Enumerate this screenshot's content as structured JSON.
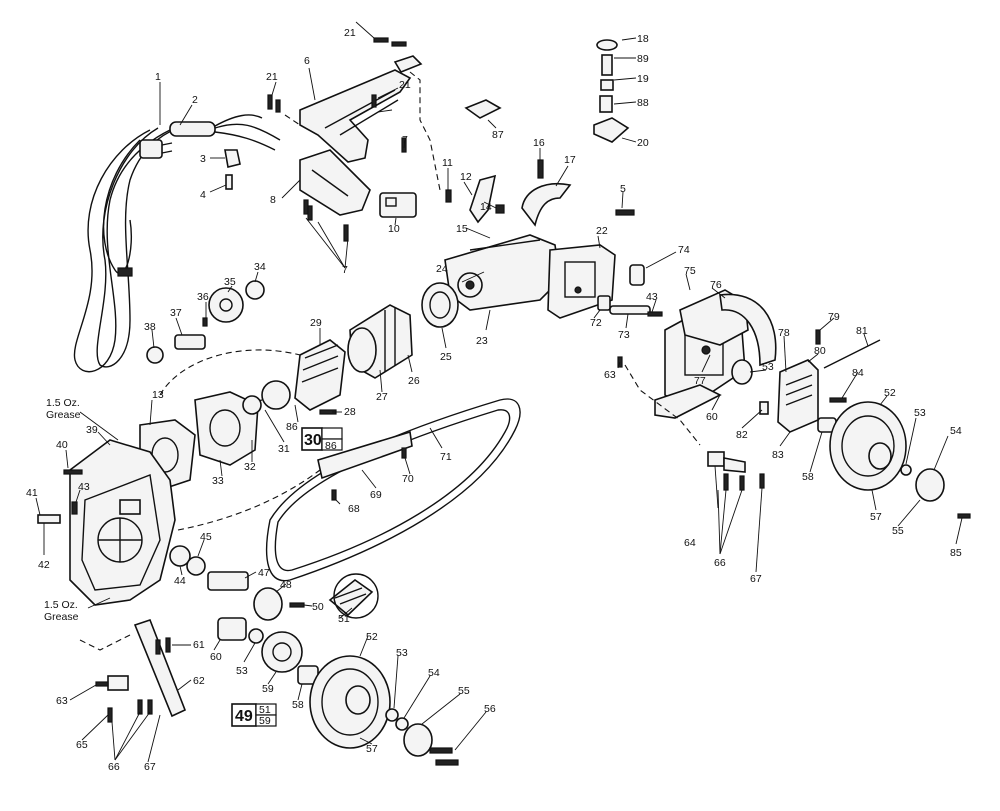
{
  "labels": [
    {
      "id": "1",
      "text": "1"
    },
    {
      "id": "2",
      "text": "2"
    },
    {
      "id": "3",
      "text": "3"
    },
    {
      "id": "4",
      "text": "4"
    },
    {
      "id": "5",
      "text": "5"
    },
    {
      "id": "6",
      "text": "6"
    },
    {
      "id": "7a",
      "text": "7"
    },
    {
      "id": "7b",
      "text": "7"
    },
    {
      "id": "8",
      "text": "8"
    },
    {
      "id": "10",
      "text": "10"
    },
    {
      "id": "11",
      "text": "11"
    },
    {
      "id": "12",
      "text": "12"
    },
    {
      "id": "13",
      "text": "13"
    },
    {
      "id": "14",
      "text": "14"
    },
    {
      "id": "15",
      "text": "15"
    },
    {
      "id": "16",
      "text": "16"
    },
    {
      "id": "17",
      "text": "17"
    },
    {
      "id": "18",
      "text": "18"
    },
    {
      "id": "19",
      "text": "19"
    },
    {
      "id": "20",
      "text": "20"
    },
    {
      "id": "21a",
      "text": "21"
    },
    {
      "id": "21b",
      "text": "21"
    },
    {
      "id": "21c",
      "text": "21"
    },
    {
      "id": "22",
      "text": "22"
    },
    {
      "id": "23",
      "text": "23"
    },
    {
      "id": "24",
      "text": "24"
    },
    {
      "id": "25",
      "text": "25"
    },
    {
      "id": "26",
      "text": "26"
    },
    {
      "id": "27",
      "text": "27"
    },
    {
      "id": "28",
      "text": "28"
    },
    {
      "id": "29",
      "text": "29"
    },
    {
      "id": "31",
      "text": "31"
    },
    {
      "id": "32",
      "text": "32"
    },
    {
      "id": "33",
      "text": "33"
    },
    {
      "id": "34",
      "text": "34"
    },
    {
      "id": "35",
      "text": "35"
    },
    {
      "id": "36",
      "text": "36"
    },
    {
      "id": "37",
      "text": "37"
    },
    {
      "id": "38",
      "text": "38"
    },
    {
      "id": "39",
      "text": "39"
    },
    {
      "id": "40",
      "text": "40"
    },
    {
      "id": "41",
      "text": "41"
    },
    {
      "id": "42",
      "text": "42"
    },
    {
      "id": "43a",
      "text": "43"
    },
    {
      "id": "43b",
      "text": "43"
    },
    {
      "id": "44",
      "text": "44"
    },
    {
      "id": "45",
      "text": "45"
    },
    {
      "id": "47",
      "text": "47"
    },
    {
      "id": "48",
      "text": "48"
    },
    {
      "id": "50",
      "text": "50"
    },
    {
      "id": "51",
      "text": "51"
    },
    {
      "id": "52a",
      "text": "52"
    },
    {
      "id": "52b",
      "text": "52"
    },
    {
      "id": "53a",
      "text": "53"
    },
    {
      "id": "53b",
      "text": "53"
    },
    {
      "id": "53c",
      "text": "53"
    },
    {
      "id": "53d",
      "text": "53"
    },
    {
      "id": "54a",
      "text": "54"
    },
    {
      "id": "54b",
      "text": "54"
    },
    {
      "id": "55a",
      "text": "55"
    },
    {
      "id": "55b",
      "text": "55"
    },
    {
      "id": "56",
      "text": "56"
    },
    {
      "id": "57a",
      "text": "57"
    },
    {
      "id": "57b",
      "text": "57"
    },
    {
      "id": "58a",
      "text": "58"
    },
    {
      "id": "58b",
      "text": "58"
    },
    {
      "id": "59",
      "text": "59"
    },
    {
      "id": "60a",
      "text": "60"
    },
    {
      "id": "60b",
      "text": "60"
    },
    {
      "id": "61",
      "text": "61"
    },
    {
      "id": "62",
      "text": "62"
    },
    {
      "id": "63a",
      "text": "63"
    },
    {
      "id": "63b",
      "text": "63"
    },
    {
      "id": "64",
      "text": "64"
    },
    {
      "id": "65",
      "text": "65"
    },
    {
      "id": "66a",
      "text": "66"
    },
    {
      "id": "66b",
      "text": "66"
    },
    {
      "id": "67a",
      "text": "67"
    },
    {
      "id": "67b",
      "text": "67"
    },
    {
      "id": "68",
      "text": "68"
    },
    {
      "id": "69",
      "text": "69"
    },
    {
      "id": "70",
      "text": "70"
    },
    {
      "id": "71",
      "text": "71"
    },
    {
      "id": "72",
      "text": "72"
    },
    {
      "id": "73",
      "text": "73"
    },
    {
      "id": "74",
      "text": "74"
    },
    {
      "id": "75",
      "text": "75"
    },
    {
      "id": "76",
      "text": "76"
    },
    {
      "id": "77",
      "text": "77"
    },
    {
      "id": "78",
      "text": "78"
    },
    {
      "id": "79",
      "text": "79"
    },
    {
      "id": "80",
      "text": "80"
    },
    {
      "id": "81",
      "text": "81"
    },
    {
      "id": "82",
      "text": "82"
    },
    {
      "id": "83",
      "text": "83"
    },
    {
      "id": "84",
      "text": "84"
    },
    {
      "id": "85",
      "text": "85"
    },
    {
      "id": "86",
      "text": "86"
    },
    {
      "id": "87",
      "text": "87"
    },
    {
      "id": "88",
      "text": "88"
    },
    {
      "id": "89",
      "text": "89"
    }
  ],
  "notes": {
    "grease_top_line1": "1.5 Oz.",
    "grease_top_line2": "Grease",
    "grease_bottom_line1": "1.5 Oz.",
    "grease_bottom_line2": "Grease"
  },
  "kits": {
    "kit30_number": "30",
    "kit30_part": "86",
    "kit49_number": "49",
    "kit49_part_a": "51",
    "kit49_part_b": "59"
  }
}
